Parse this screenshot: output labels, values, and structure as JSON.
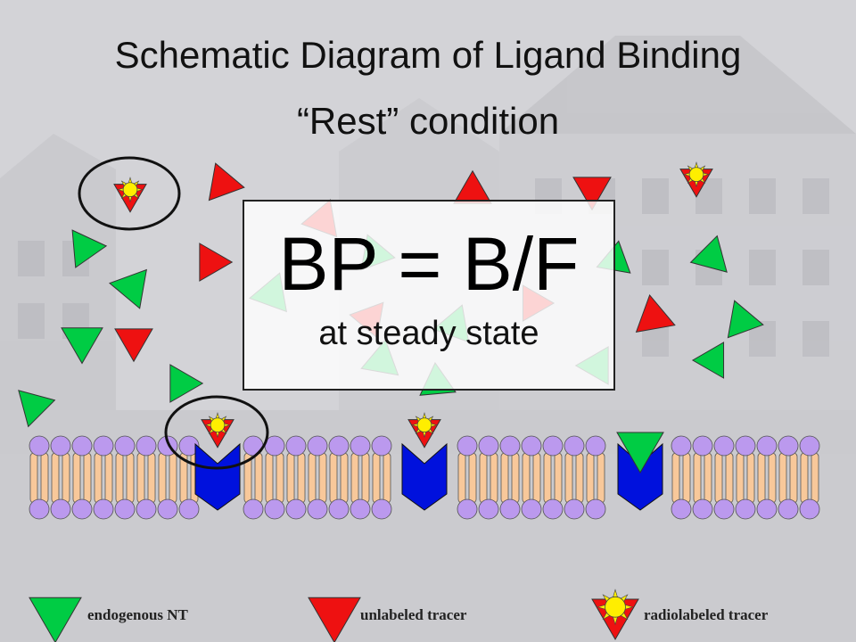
{
  "title": "Schematic Diagram of Ligand Binding",
  "subtitle": "“Rest” condition",
  "equation": {
    "text": "BP = B/F",
    "subtext": "at steady state"
  },
  "legend": [
    {
      "label": "endogenous NT",
      "icon": "green-triangle-icon"
    },
    {
      "label": "unlabeled tracer",
      "icon": "red-triangle-icon"
    },
    {
      "label": "radiolabeled tracer",
      "icon": "radiolabeled-tracer-icon"
    }
  ],
  "colors": {
    "endogenous": "#00cc44",
    "unlabeled": "#ee1111",
    "radiolabel_core": "#ffee00",
    "receptor": "#0011dd",
    "lipid_head": "#bb99ee",
    "lipid_tail": "#f8c89a",
    "background": "#cfcfd3"
  }
}
